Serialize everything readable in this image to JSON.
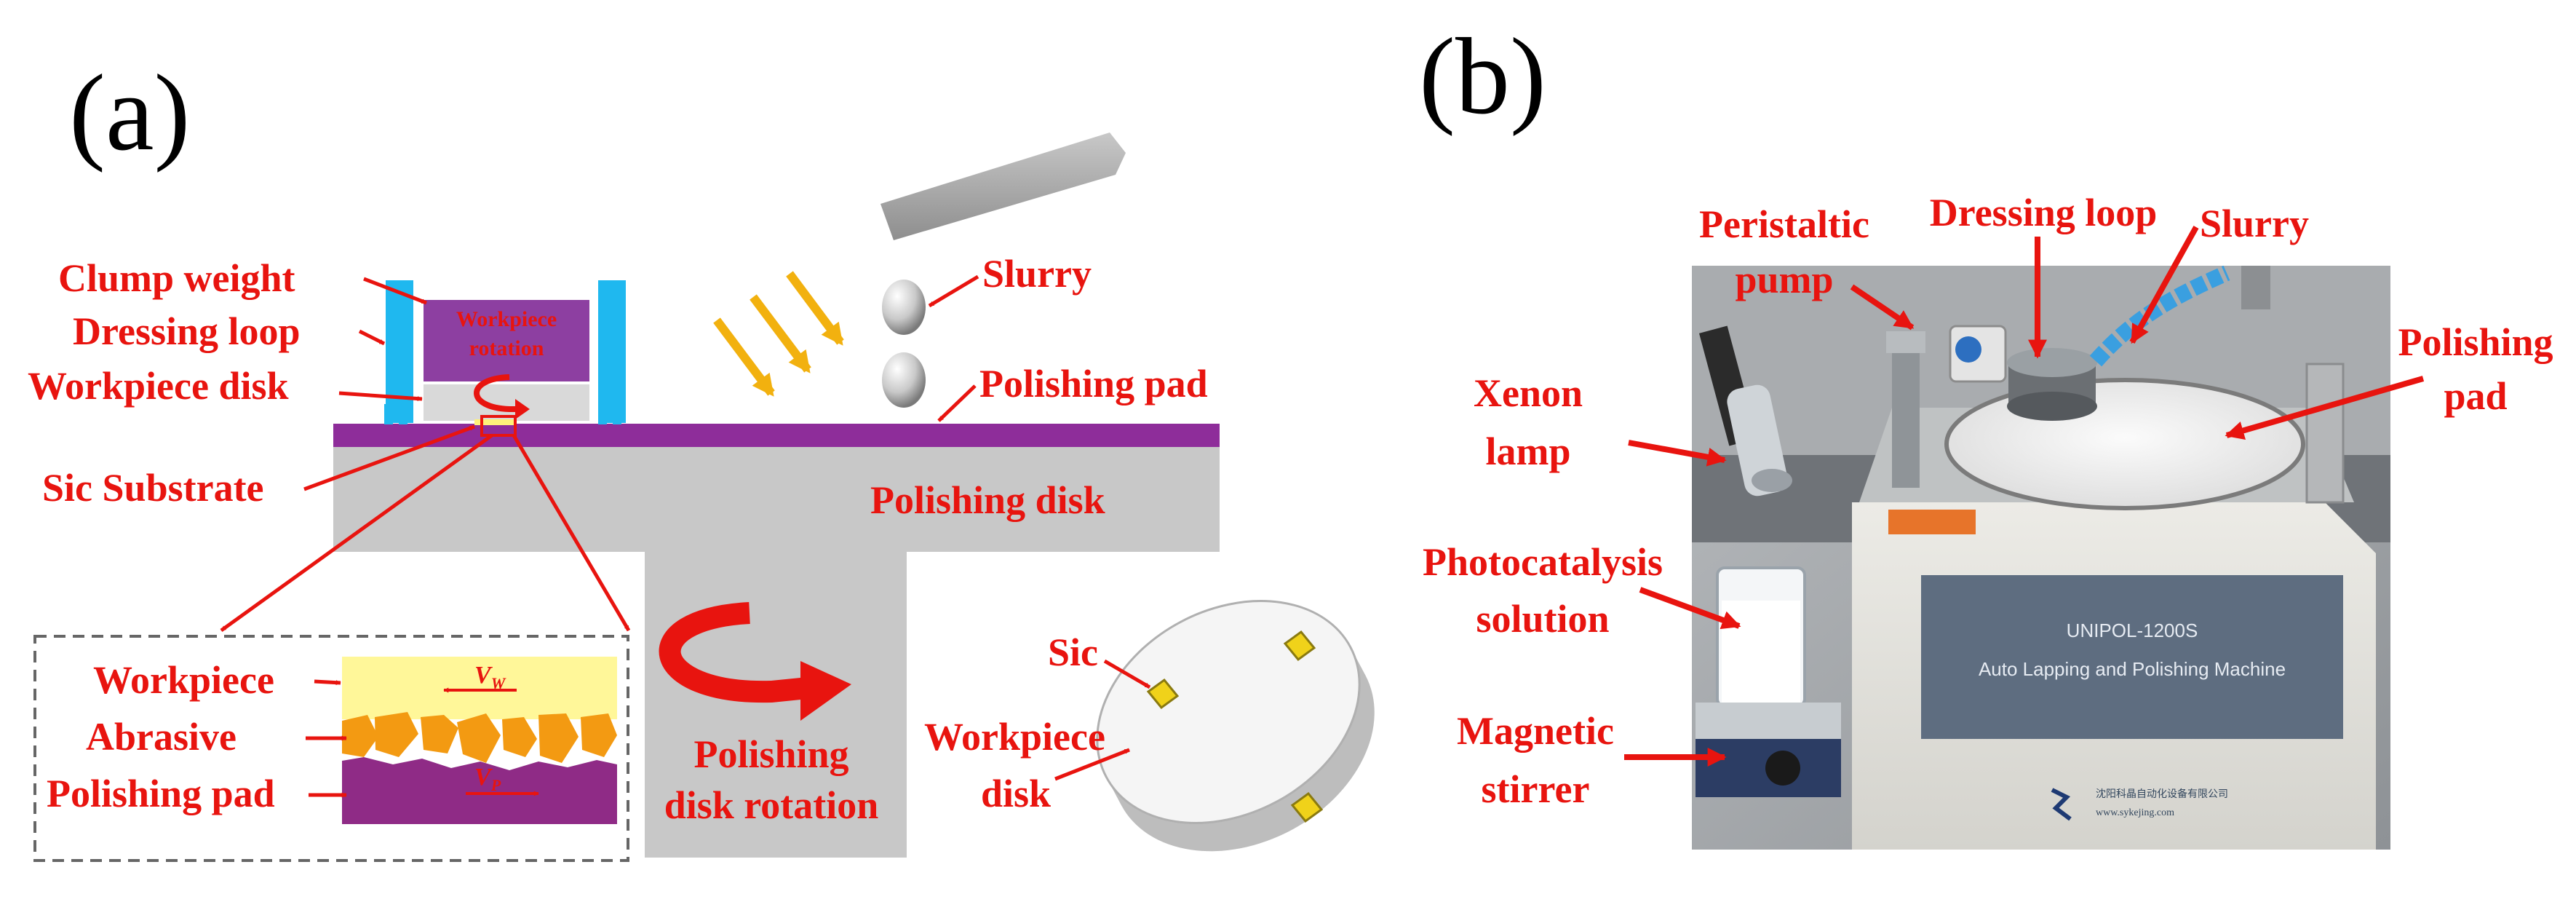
{
  "panel_a": {
    "letter": "(a)",
    "labels": {
      "clump_weight": "Clump weight",
      "dressing_loop": "Dressing loop",
      "workpiece_disk": "Workpiece disk",
      "sic_substrate": "Sic Substrate",
      "workpiece_rotation_line1": "Workpiece",
      "workpiece_rotation_line2": "rotation",
      "slurry": "Slurry",
      "polishing_pad": "Polishing pad",
      "polishing_disk": "Polishing disk",
      "polishing_disk_rotation_line1": "Polishing",
      "polishing_disk_rotation_line2": "disk rotation",
      "inset_workpiece": "Workpiece",
      "inset_abrasive": "Abrasive",
      "inset_polishing_pad": "Polishing pad",
      "vw_main": "V",
      "vw_sub": "W",
      "vp_main": "V",
      "vp_sub": "P",
      "sic": "Sic",
      "workpiece_disk_line1": "Workpiece",
      "workpiece_disk_line2": "disk"
    },
    "colors": {
      "label_red": "#e8140f",
      "pad_purple": "#8e2d9a",
      "disk_gray": "#c8c8c8",
      "weight_purple": "#8d3fa1",
      "loop_blue": "#1fb8ef",
      "uv_orange": "#f2b10f",
      "substrate_yellow": "#fff799",
      "abrasive_orange": "#f39a12",
      "inset_pad_purple": "#8f2b86"
    }
  },
  "panel_b": {
    "letter": "(b)",
    "labels": {
      "peristaltic_line1": "Peristaltic",
      "peristaltic_line2": "pump",
      "dressing_loop": "Dressing loop",
      "slurry": "Slurry",
      "polishing_pad_line1": "Polishing",
      "polishing_pad_line2": "pad",
      "xenon_line1": "Xenon",
      "xenon_line2": "lamp",
      "photocatalysis_line1": "Photocatalysis",
      "photocatalysis_line2": "solution",
      "magnetic_line1": "Magnetic",
      "magnetic_line2": "stirrer"
    },
    "machine": {
      "model": "UNIPOL-1200S",
      "name": "Auto Lapping and Polishing Machine",
      "brand_cn": "沈阳科晶自动化设备有限公司",
      "website": "www.sykejing.com"
    }
  }
}
